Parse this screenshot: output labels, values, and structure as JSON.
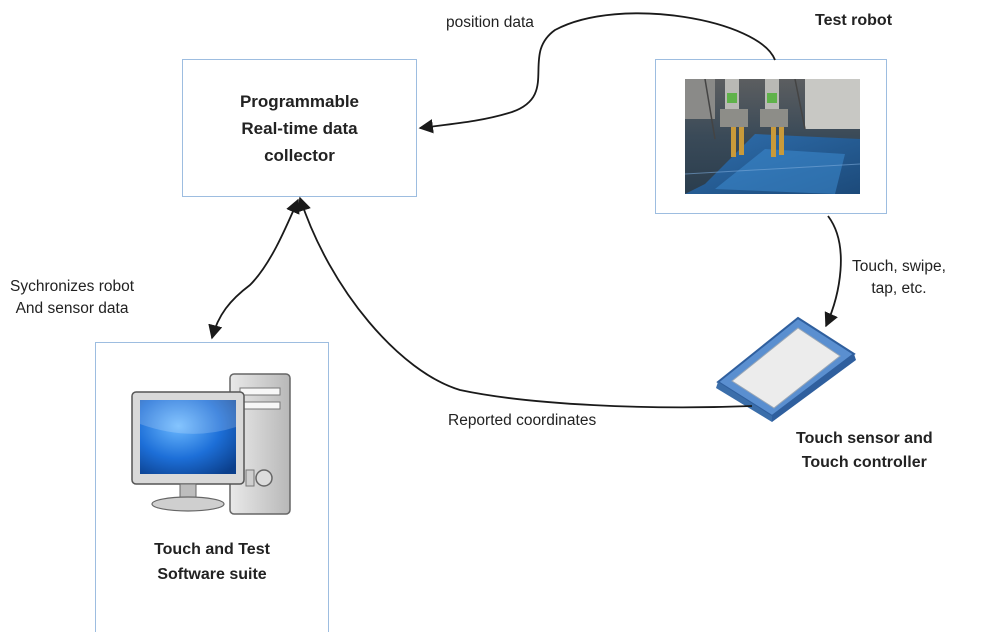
{
  "collector": {
    "title": "Programmable\nReal-time data\ncollector"
  },
  "robot": {
    "title": "Test robot"
  },
  "sensor": {
    "title": "Touch sensor and\nTouch controller"
  },
  "software": {
    "title": "Touch and Test\nSoftware suite"
  },
  "edges": {
    "position_data": "position data",
    "synchronizes": "Sychronizes robot\nAnd sensor data",
    "touch_actions": "Touch, swipe,\ntap, etc.",
    "reported": "Reported coordinates"
  },
  "colors": {
    "box_border": "#9dbde0",
    "arrow": "#1a1a1a",
    "screen_blue": "#1d6fd8"
  }
}
